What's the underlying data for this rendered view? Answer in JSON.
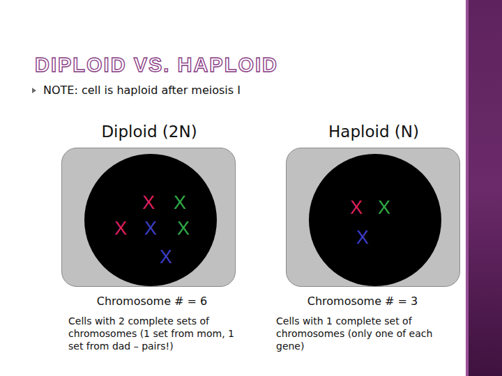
{
  "diagram": {
    "title": "DIPLOID VS. HAPLOID",
    "nodes": [
      {
        "text": [
          "Diploid (2N)"
        ]
      },
      {
        "text": [
          "X",
          "X",
          "X",
          "X",
          "X",
          "X"
        ],
        "in": 0
      },
      {
        "text": [
          "Haploid (N)"
        ]
      },
      {
        "text": [
          "X",
          "X",
          "X"
        ],
        "in": 2
      }
    ],
    "labels": [
      "NOTE: cell is haploid after meiosis I",
      "Chromosome # = 6",
      "Cells with 2 complete sets of chromosomes (1 set from mom, 1 set from dad – pairs!)",
      "Chromosome # = 3",
      "Cells with 1 complete set of chromosomes (only one of each gene)"
    ]
  }
}
